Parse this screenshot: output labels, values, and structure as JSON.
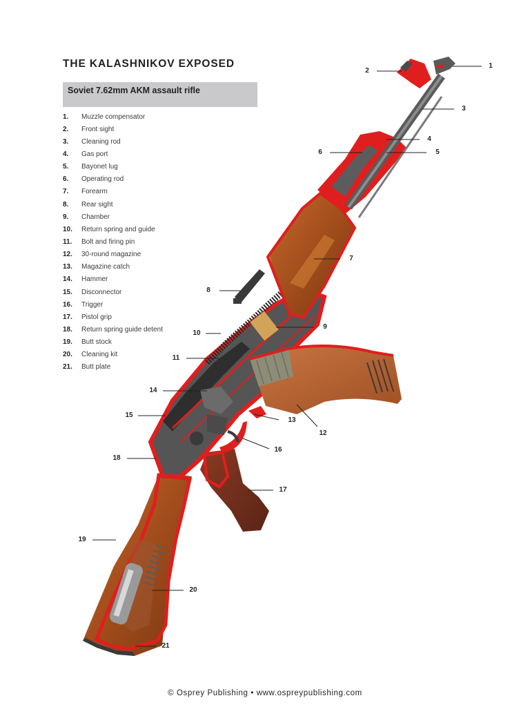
{
  "page": {
    "title": "THE KALASHNIKOV EXPOSED",
    "subtitle": "Soviet 7.62mm AKM assault rifle",
    "footer": "© Osprey Publishing • www.ospreypublishing.com"
  },
  "parts": [
    {
      "num": "1.",
      "label": "Muzzle compensator"
    },
    {
      "num": "2.",
      "label": "Front sight"
    },
    {
      "num": "3.",
      "label": "Cleaning rod"
    },
    {
      "num": "4.",
      "label": "Gas port"
    },
    {
      "num": "5.",
      "label": "Bayonet lug"
    },
    {
      "num": "6.",
      "label": "Operating rod"
    },
    {
      "num": "7.",
      "label": "Forearm"
    },
    {
      "num": "8.",
      "label": "Rear sight"
    },
    {
      "num": "9.",
      "label": "Chamber"
    },
    {
      "num": "10.",
      "label": "Return spring and guide"
    },
    {
      "num": "11.",
      "label": "Bolt and firing pin"
    },
    {
      "num": "12.",
      "label": "30-round magazine"
    },
    {
      "num": "13.",
      "label": "Magazine catch"
    },
    {
      "num": "14.",
      "label": "Hammer"
    },
    {
      "num": "15.",
      "label": "Disconnector"
    },
    {
      "num": "16.",
      "label": "Trigger"
    },
    {
      "num": "17.",
      "label": "Pistol grip"
    },
    {
      "num": "18.",
      "label": "Return spring guide detent"
    },
    {
      "num": "19.",
      "label": "Butt stock"
    },
    {
      "num": "20.",
      "label": "Cleaning kit"
    },
    {
      "num": "21.",
      "label": "Butt plate"
    }
  ],
  "callouts": [
    "1",
    "2",
    "3",
    "4",
    "5",
    "6",
    "7",
    "8",
    "9",
    "10",
    "11",
    "12",
    "13",
    "14",
    "15",
    "16",
    "17",
    "18",
    "19",
    "20",
    "21"
  ],
  "colors": {
    "cutaway": "#e01e1e",
    "wood": "#a8521f",
    "steel": "#4a4a4a",
    "subtitle_bg": "#c9c9cb"
  }
}
